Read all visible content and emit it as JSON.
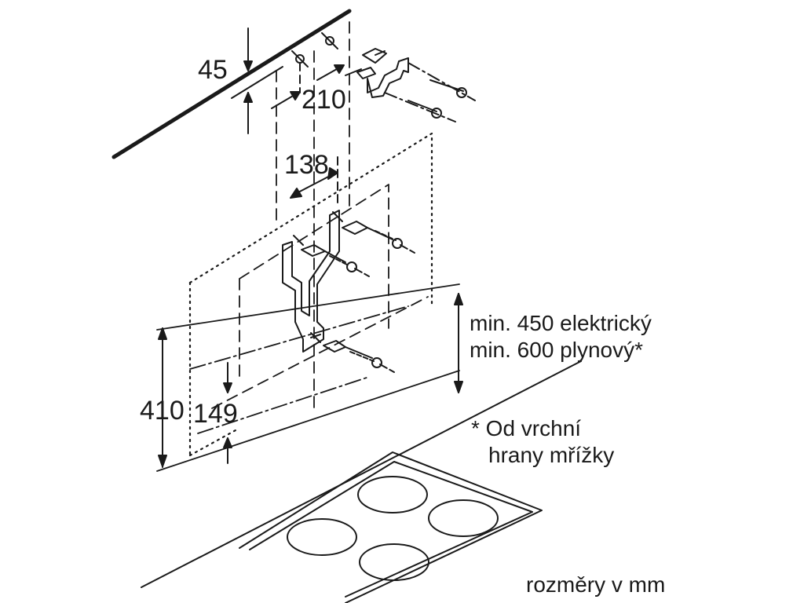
{
  "dimensions": {
    "d45": "45",
    "d210": "210",
    "d138": "138",
    "d410": "410",
    "d149": "149"
  },
  "notes": {
    "min_electric": "min. 450 elektrický",
    "min_gas": "min. 600 plynový*",
    "footnote_line1": "* Od vrchní",
    "footnote_line2": "hrany mřížky",
    "units": "rozměry v mm"
  },
  "colors": {
    "line": "#1a1a1a",
    "background": "#ffffff"
  }
}
